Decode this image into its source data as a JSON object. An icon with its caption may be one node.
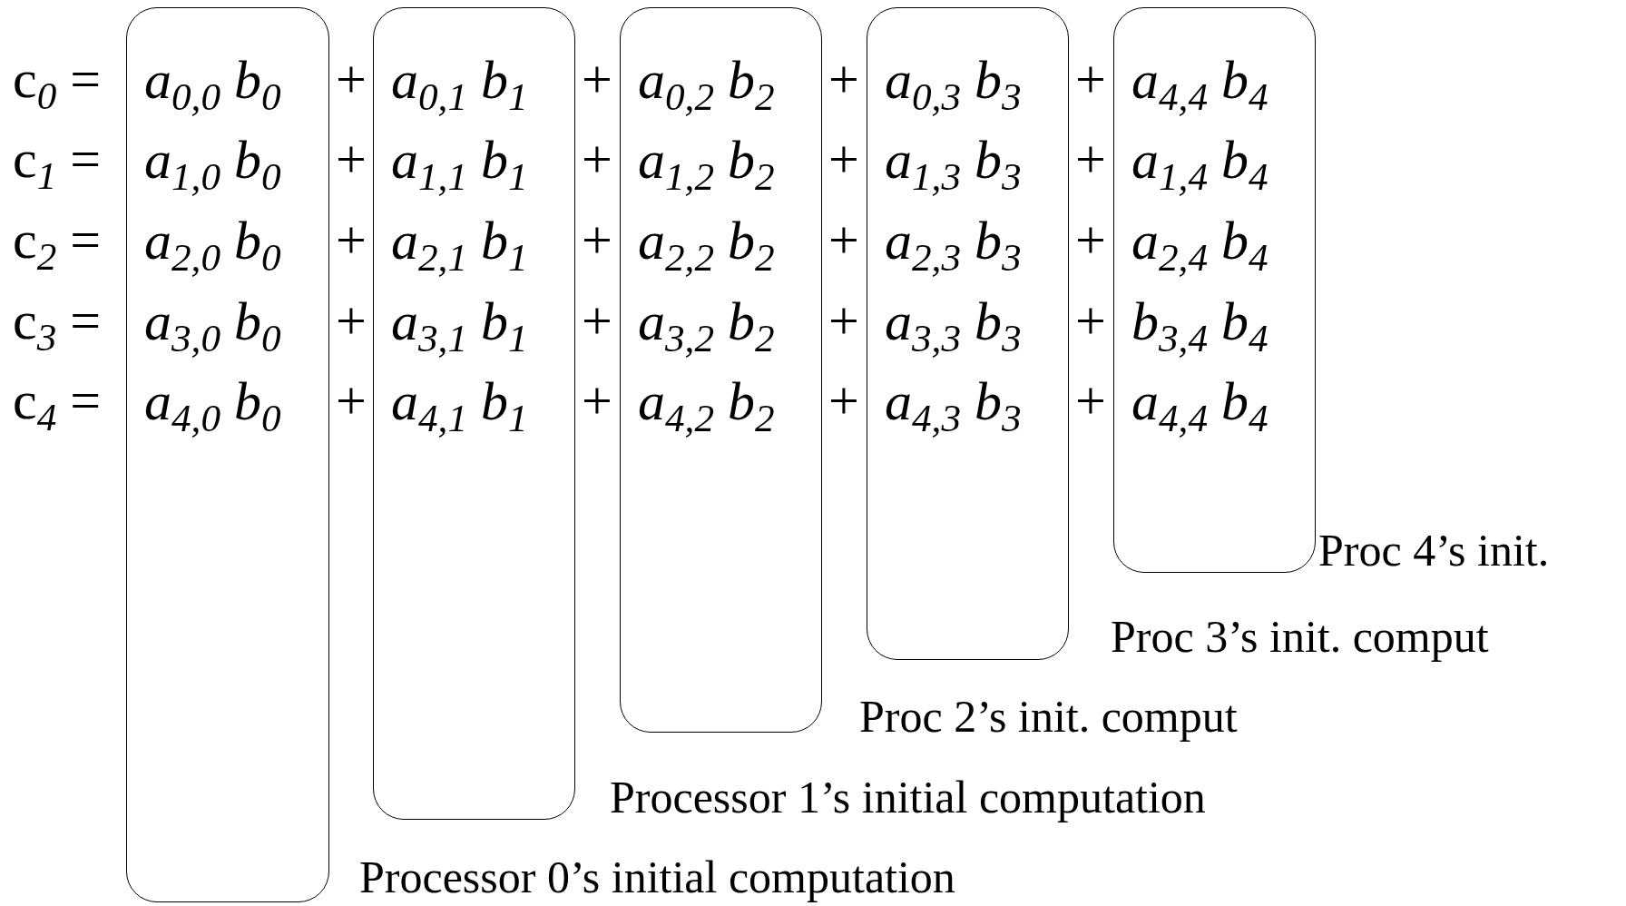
{
  "diagram": {
    "nodes": [
      {
        "text": [
          "a$_{0,0}$ b$_{0}$",
          "a$_{1,0}$ b$_{0}$",
          "a$_{2,0}$ b$_{0}$",
          "a$_{3,0}$ b$_{0}$",
          "a$_{4,0}$ b$_{0}$"
        ],
        "beside": [
          "Processor 0’s initial computation"
        ]
      },
      {
        "text": [
          "a$_{0,1}$ b$_{1}$",
          "a$_{1,1}$ b$_{1}$",
          "a$_{2,1}$ b$_{1}$",
          "a$_{3,1}$ b$_{1}$",
          "a$_{4,1}$ b$_{1}$"
        ],
        "beside": [
          "Processor 1’s initial computation"
        ]
      },
      {
        "text": [
          "a$_{0,2}$ b$_{2}$",
          "a$_{1,2}$ b$_{2}$",
          "a$_{2,2}$ b$_{2}$",
          "a$_{3,2}$ b$_{2}$",
          "a$_{4,2}$ b$_{2}$"
        ],
        "beside": [
          "Proc 2’s init. comput"
        ]
      },
      {
        "text": [
          "a$_{0,3}$ b$_{3}$",
          "a$_{1,3}$ b$_{3}$",
          "a$_{2,3}$ b$_{3}$",
          "a$_{3,3}$ b$_{3}$",
          "a$_{4,3}$ b$_{3}$"
        ],
        "beside": [
          "Proc 3’s init. comput"
        ]
      },
      {
        "text": [
          "a$_{4,4}$ b$_{4}$",
          "a$_{1,4}$ b$_{4}$",
          "a$_{2,4}$ b$_{4}$",
          "b$_{3,4}$ b$_{4}$",
          "a$_{4,4}$ b$_{4}$"
        ],
        "beside": [
          "Proc 4’s init."
        ]
      }
    ],
    "labels": [
      "c$_{0}$ =",
      "+",
      "+",
      "+",
      "+",
      "c$_{1}$ =",
      "+",
      "+",
      "+",
      "+",
      "c$_{2}$ =",
      "+",
      "+",
      "+",
      "+",
      "c$_{3}$ =",
      "+",
      "+",
      "+",
      "+",
      "c$_{4}$ =",
      "+",
      "+",
      "+",
      "+"
    ]
  }
}
